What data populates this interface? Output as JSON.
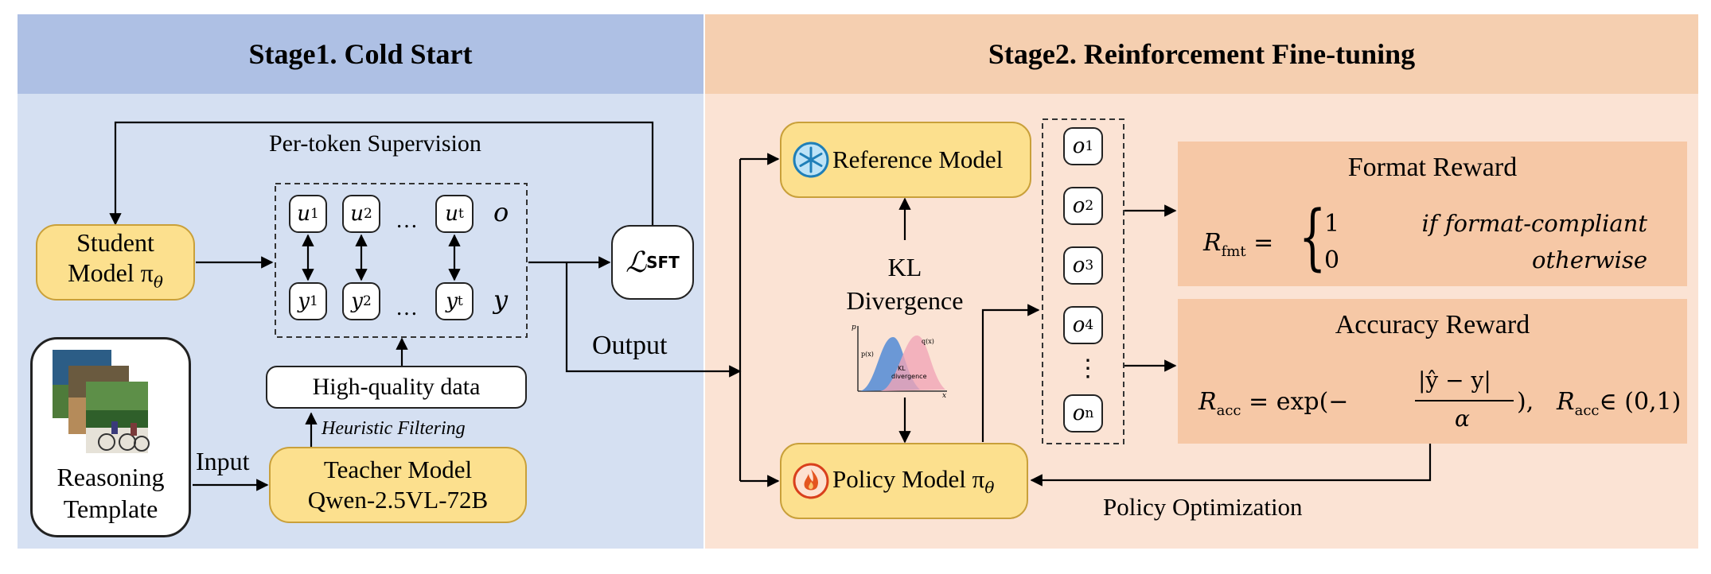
{
  "stage1": {
    "title": "Stage1. Cold Start",
    "per_token_supervision": "Per-token Supervision",
    "student_model": {
      "line1": "Student",
      "line2": "Model π",
      "sub": "θ"
    },
    "tokens_u": [
      "u",
      "u",
      "u"
    ],
    "tokens_u_sub": [
      "1",
      "2",
      "t"
    ],
    "tokens_y": [
      "y",
      "y",
      "y"
    ],
    "tokens_y_sub": [
      "1",
      "2",
      "t"
    ],
    "ellipsis": "…",
    "row_label_o": "o",
    "row_label_y": "y",
    "loss": {
      "symbol": "ℒ",
      "sub": "SFT"
    },
    "high_quality_data": "High-quality data",
    "heuristic_filtering": "Heuristic Filtering",
    "teacher_model": {
      "line1": "Teacher Model",
      "line2": "Qwen-2.5VL-72B"
    },
    "reasoning_template": {
      "line1": "Reasoning",
      "line2": "Template"
    },
    "input_label": "Input",
    "output_label": "Output"
  },
  "stage2": {
    "title": "Stage2. Reinforcement Fine-tuning",
    "reference_model": "Reference Model",
    "policy_model": {
      "text": "Policy Model π",
      "sub": "θ"
    },
    "kl": {
      "line1": "KL",
      "line2": "Divergence"
    },
    "kl_plot": {
      "p_label": "p(x)",
      "q_label": "q(x)",
      "center_label1": "KL",
      "center_label2": "divergence",
      "y_axis": "p",
      "x_axis": "x"
    },
    "outputs": [
      "o",
      "o",
      "o",
      "o",
      "o"
    ],
    "outputs_sub": [
      "1",
      "2",
      "3",
      "4",
      "n"
    ],
    "vdots": "⋮",
    "format_reward": {
      "title": "Format Reward",
      "lhs": "R",
      "lhs_sub": "fmt",
      "case1_val": "1",
      "case1_cond": "if format-compliant",
      "case2_val": "0",
      "case2_cond": "otherwise"
    },
    "accuracy_reward": {
      "title": "Accuracy Reward",
      "lhs": "R",
      "lhs_sub": "acc",
      "eq": "= exp(−",
      "numerator": "|ŷ − y|",
      "denominator": "α",
      "close": "),",
      "range_lhs": "R",
      "range_sub": "acc",
      "range": "∈ (0,1)"
    },
    "policy_optimization": "Policy Optimization"
  },
  "colors": {
    "stage1_header": "#aec0e4",
    "stage1_body": "#d5e0f2",
    "stage2_header": "#f5cfb0",
    "stage2_body": "#fbe3d4",
    "model_fill": "#fce08e",
    "reward_fill": "#f6c8a6"
  }
}
